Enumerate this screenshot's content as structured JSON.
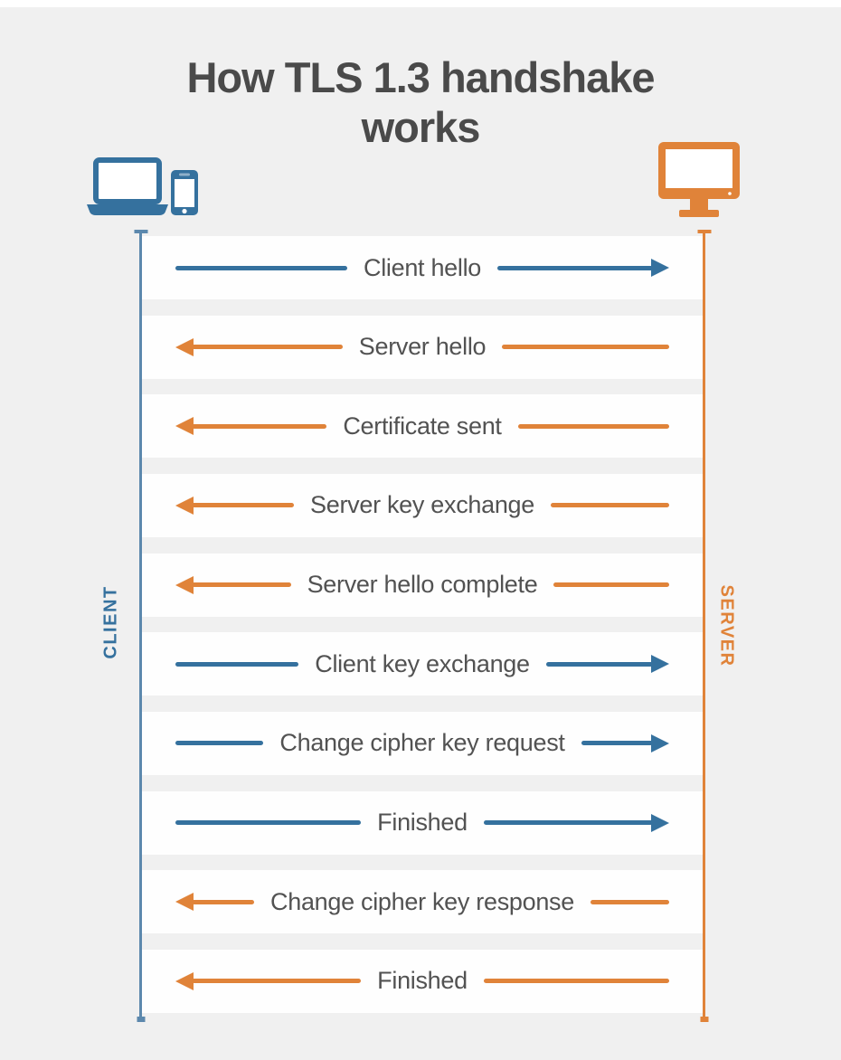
{
  "title": "How TLS 1.3 handshake works",
  "client": {
    "label": "CLIENT",
    "icon": "laptop-and-smartphone-icon"
  },
  "server": {
    "label": "SERVER",
    "icon": "desktop-monitor-icon"
  },
  "colors": {
    "client_blue": "#35719E",
    "client_lifeline_blue": "#5C88AD",
    "server_orange": "#E08339",
    "background_gray": "#F0F0F0",
    "band_white": "#FEFEFE",
    "title_gray": "#4A4A4A",
    "message_text_gray": "#525252"
  },
  "messages": [
    {
      "label": "Client hello",
      "from": "client",
      "to": "server",
      "direction": "right"
    },
    {
      "label": "Server hello",
      "from": "server",
      "to": "client",
      "direction": "left"
    },
    {
      "label": "Certificate sent",
      "from": "server",
      "to": "client",
      "direction": "left"
    },
    {
      "label": "Server key exchange",
      "from": "server",
      "to": "client",
      "direction": "left"
    },
    {
      "label": "Server hello complete",
      "from": "server",
      "to": "client",
      "direction": "left"
    },
    {
      "label": "Client key exchange",
      "from": "client",
      "to": "server",
      "direction": "right"
    },
    {
      "label": "Change cipher key request",
      "from": "client",
      "to": "server",
      "direction": "right"
    },
    {
      "label": "Finished",
      "from": "client",
      "to": "server",
      "direction": "right"
    },
    {
      "label": "Change cipher key response",
      "from": "server",
      "to": "client",
      "direction": "left"
    },
    {
      "label": "Finished",
      "from": "server",
      "to": "client",
      "direction": "left"
    }
  ]
}
